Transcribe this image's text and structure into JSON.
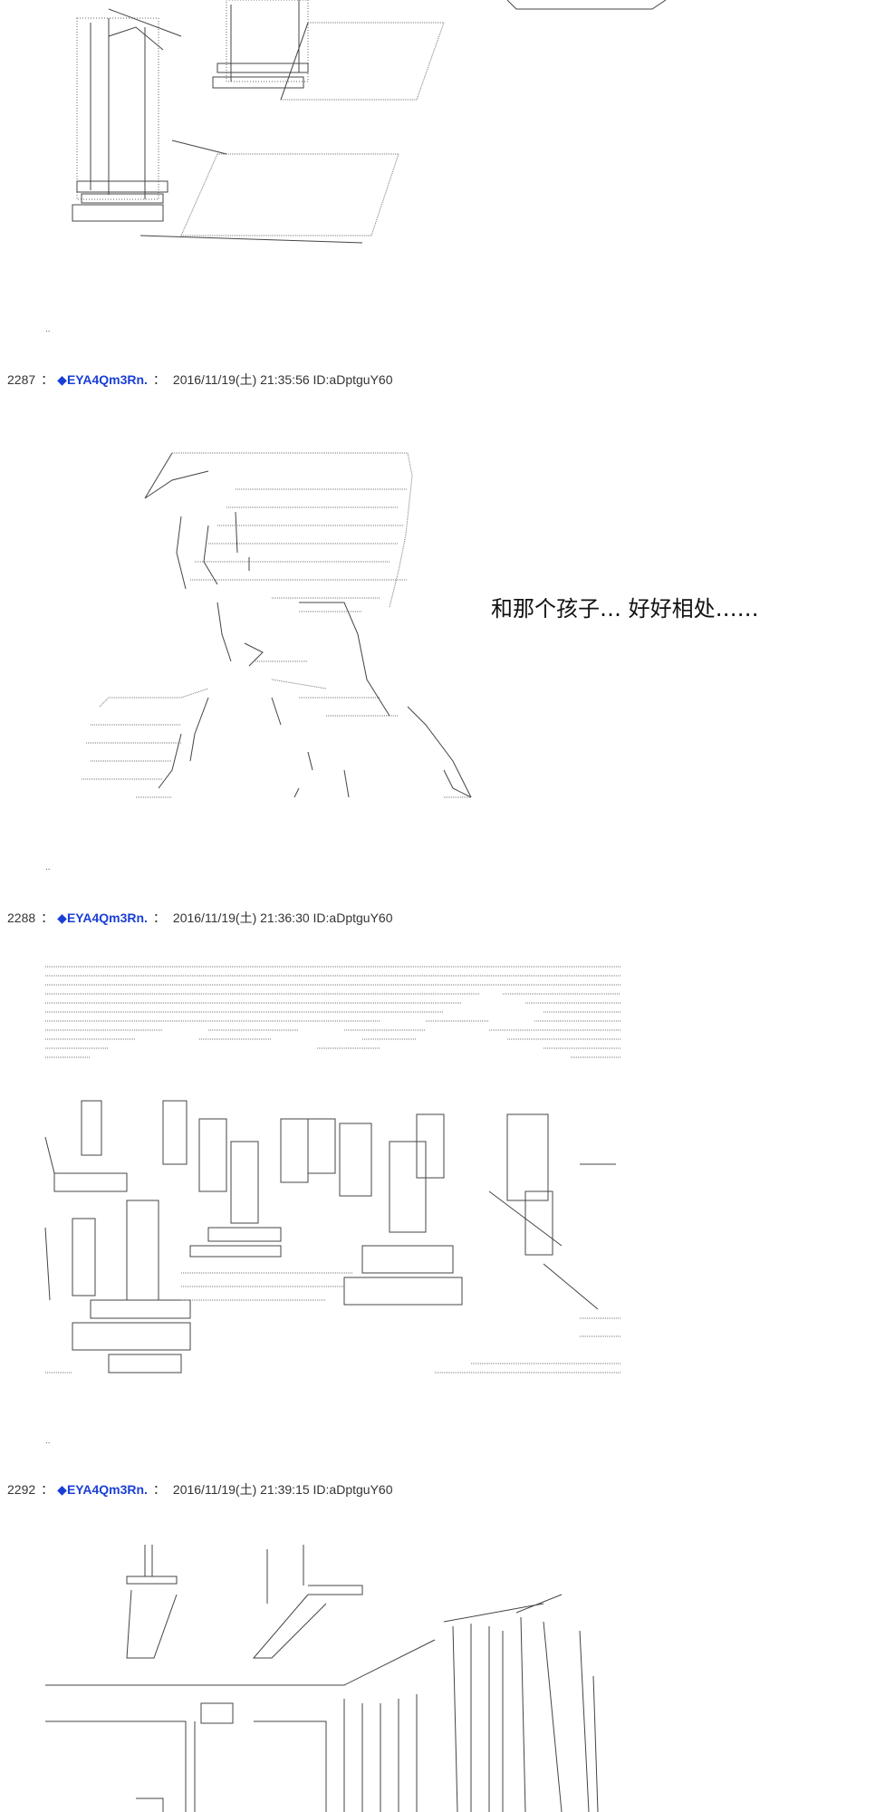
{
  "posts": [
    {
      "number": "2287",
      "separator": "：",
      "diamond": "◆",
      "trip": "EYA4Qm3Rn.",
      "after_trip": "：",
      "datetime": "2016/11/19(土) 21:35:56",
      "id": "ID:aDptguY60"
    },
    {
      "number": "2288",
      "separator": "：",
      "diamond": "◆",
      "trip": "EYA4Qm3Rn.",
      "after_trip": "：",
      "datetime": "2016/11/19(土) 21:36:30",
      "id": "ID:aDptguY60"
    },
    {
      "number": "2292",
      "separator": "：",
      "diamond": "◆",
      "trip": "EYA4Qm3Rn.",
      "after_trip": "：",
      "datetime": "2016/11/19(土) 21:39:15",
      "id": "ID:aDptguY60"
    }
  ],
  "speech_text": "和那个孩子… 好好相处……",
  "ellipsis_mark": ".."
}
